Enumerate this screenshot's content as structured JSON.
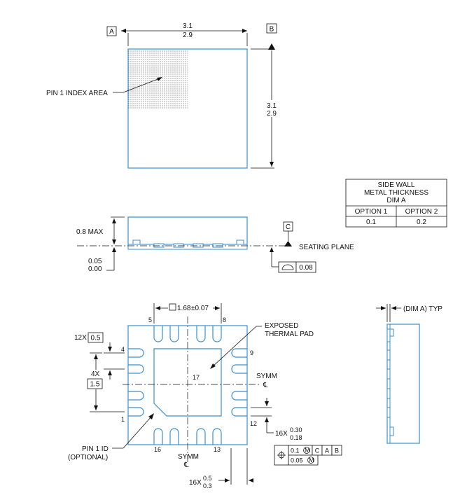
{
  "datums": {
    "a": "A",
    "b": "B",
    "c": "C"
  },
  "top_view": {
    "width_max": "3.1",
    "width_min": "2.9",
    "height_max": "3.1",
    "height_min": "2.9",
    "pin1_index_label": "PIN 1 INDEX AREA"
  },
  "side_view": {
    "height_label": "0.8 MAX",
    "standoff_max": "0.05",
    "standoff_min": "0.00",
    "seating_plane": "SEATING PLANE",
    "flatness_value": "0.08"
  },
  "table": {
    "title_lines": [
      "SIDE WALL",
      "METAL THICKNESS",
      "DIM A"
    ],
    "headers": [
      "OPTION 1",
      "OPTION 2"
    ],
    "values": [
      "0.1",
      "0.2"
    ]
  },
  "bottom_view": {
    "pad_dim": "1.68",
    "pad_tol": "±0.07",
    "pin_labels": {
      "p1": "1",
      "p4": "4",
      "p5": "5",
      "p8": "8",
      "p9": "9",
      "p12": "12",
      "p13": "13",
      "p16": "16",
      "p17": "17"
    },
    "exposed_pad_lines": [
      "EXPOSED",
      "THERMAL PAD"
    ],
    "pitch_count": "12X",
    "pitch_value": "0.5",
    "span_count": "4X",
    "span_value": "1.5",
    "symm": "SYMM",
    "pin1_id_lines": [
      "PIN 1 ID",
      "(OPTIONAL)"
    ],
    "lead_width_count": "16X",
    "lead_width_max": "0.30",
    "lead_width_min": "0.18",
    "lead_len_count": "16X",
    "lead_len_max": "0.5",
    "lead_len_min": "0.3",
    "fcf_row1": [
      "0.1",
      "C",
      "A",
      "B"
    ],
    "fcf_row2": [
      "0.05"
    ]
  },
  "wall_view": {
    "label": "(DIM A) TYP"
  }
}
